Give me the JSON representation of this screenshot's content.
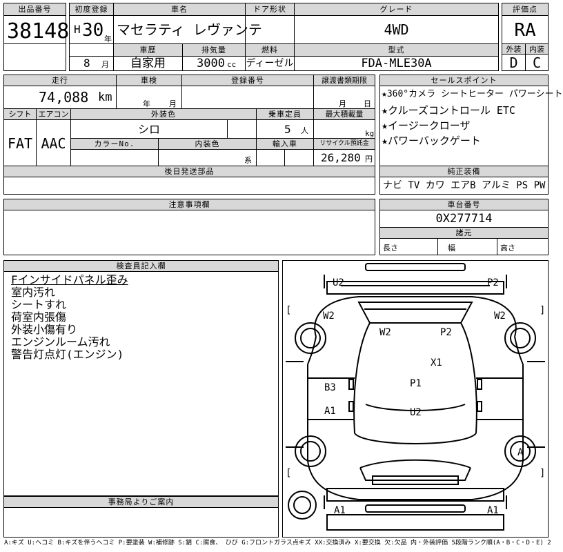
{
  "header": {
    "lot_label": "出品番号",
    "lot_number": "38148",
    "first_reg_label": "初度登録",
    "era": "H",
    "year": "30",
    "year_unit": "年",
    "month": "8",
    "month_unit": "月",
    "car_name_label": "車名",
    "car_name": "マセラティ レヴァンテ",
    "door_label": "ドア形状",
    "door_value": "",
    "grade_label": "グレード",
    "grade_value": "4WD",
    "score_label": "評価点",
    "score_value": "RA",
    "history_label": "車歴",
    "history_value": "自家用",
    "displacement_label": "排気量",
    "displacement_value": "3000",
    "displacement_unit": "cc",
    "fuel_label": "燃料",
    "fuel_value": "ディーゼル",
    "model_code_label": "型式",
    "model_code_value": "FDA-MLE30A",
    "exterior_label": "外装",
    "exterior_grade": "D",
    "interior_label": "内装",
    "interior_grade": "C"
  },
  "row2": {
    "mileage_label": "走行",
    "mileage_value": "74,088",
    "mileage_unit": "km",
    "inspection_label": "車検",
    "inspection_year_unit": "年",
    "inspection_month_unit": "月",
    "reg_no_label": "登録番号",
    "reg_no_value": "",
    "transfer_label": "譲渡書類期限",
    "transfer_month_unit": "月",
    "transfer_day_unit": "日",
    "shift_label": "シフト",
    "shift_value": "FAT",
    "ac_label": "エアコン",
    "ac_value": "AAC",
    "ext_color_label": "外装色",
    "ext_color_value": "シロ",
    "capacity_label": "乗車定員",
    "capacity_value": "5",
    "capacity_unit": "人",
    "load_label": "最大積載量",
    "load_unit": "kg",
    "color_no_label": "カラーNo.",
    "int_color_label": "内装色",
    "int_color_unit": "系",
    "import_label": "輸入車",
    "recycle_label": "リサイクル預託金",
    "recycle_value": "26,280",
    "recycle_unit": "円",
    "later_parts_label": "後日発送部品"
  },
  "sales_points": {
    "label": "セールスポイント",
    "items": [
      "★360°カメラ シートヒーター パワーシート",
      "★クルーズコントロール ETC",
      "★イージークローザ",
      "★パワーバックゲート"
    ]
  },
  "equipment": {
    "label": "純正装備",
    "value": "ナビ TV カワ エアB アルミ PS PW"
  },
  "caution": {
    "label": "注意事項欄"
  },
  "chassis": {
    "label": "車台番号",
    "value": "0X277714",
    "specs_label": "諸元",
    "length_label": "長さ",
    "width_label": "幅",
    "height_label": "高さ"
  },
  "inspector": {
    "label": "検査員記入欄",
    "notes": [
      "Fインサイドパネル歪み",
      "室内汚れ",
      "シートすれ",
      "荷室内張傷",
      "外装小傷有り",
      "エンジンルーム汚れ",
      "警告灯点灯(エンジン)"
    ]
  },
  "office": {
    "label": "事務局よりご案内"
  },
  "diagram": {
    "marks": [
      "U2",
      "P2",
      "W2",
      "W2",
      "W2",
      "P2",
      "X1",
      "B3",
      "P1",
      "A1",
      "U2",
      "A",
      "A1",
      "A1"
    ],
    "brackets": [
      "[",
      "]",
      "[",
      "]"
    ]
  },
  "legend": "A:キズ U:ヘコミ B:キズを伴うヘコミ P:要塗装 W:補修跡 S:錆 C:腐食、 ひび G:フロントガラス点キズ XX:交換済み X:要交換 欠:欠品 内・外装評価 5段階ランク順(A・B・C・D・E) 2"
}
